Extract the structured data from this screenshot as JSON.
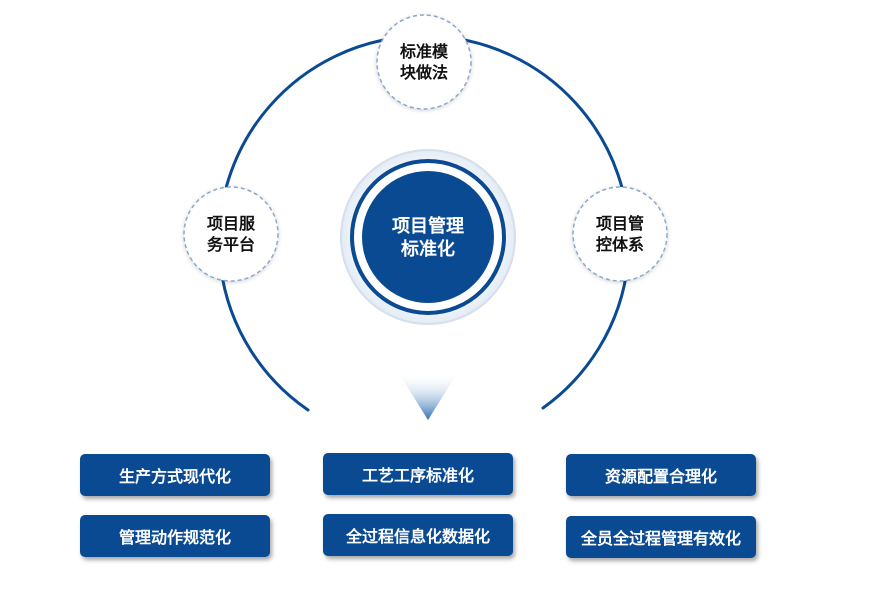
{
  "colors": {
    "primary": "#0a4a93",
    "ring": "#0a4a93",
    "dashed_border": "#8aa8cc",
    "text_dark": "#111111",
    "text_light": "#ffffff"
  },
  "center": {
    "line1": "项目管理",
    "line2": "标准化"
  },
  "nodes": {
    "top": {
      "line1": "标准模",
      "line2": "块做法"
    },
    "left": {
      "line1": "项目服",
      "line2": "务平台"
    },
    "right": {
      "line1": "项目管",
      "line2": "控体系"
    }
  },
  "outcomes": {
    "row1": [
      "生产方式现代化",
      "工艺工序标准化",
      "资源配置合理化"
    ],
    "row2": [
      "管理动作规范化",
      "全过程信息化数据化",
      "全员全过程管理有效化"
    ]
  }
}
